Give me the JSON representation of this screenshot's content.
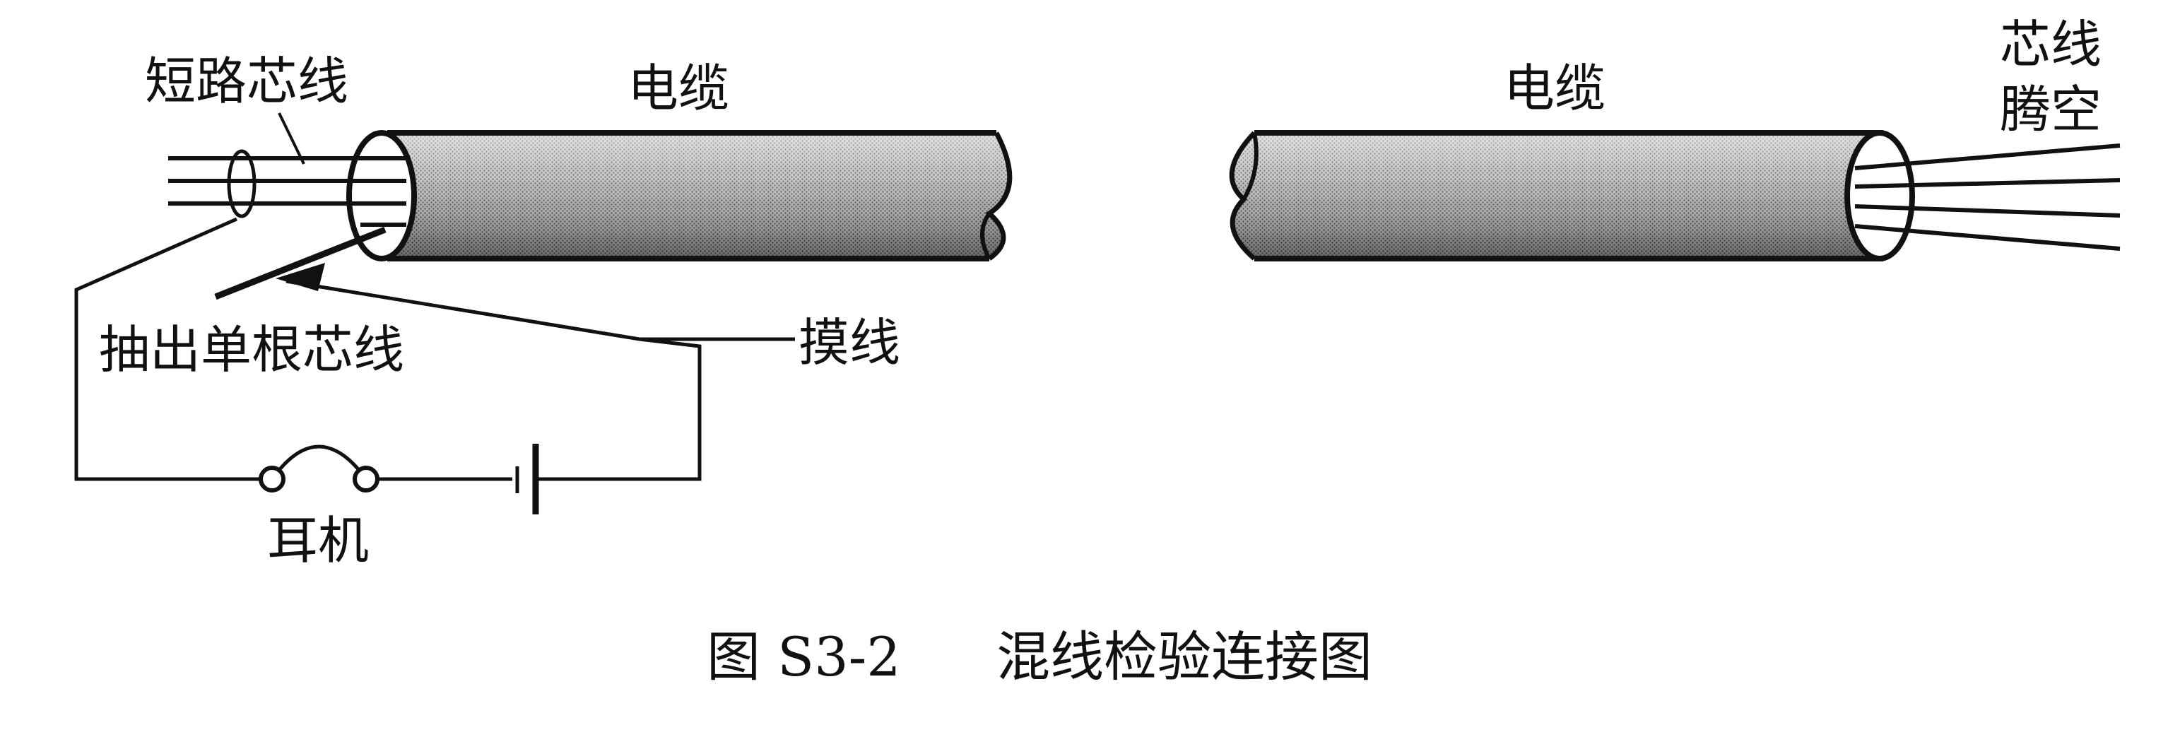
{
  "labels": {
    "short_core": "短路芯线",
    "cable_left": "电缆",
    "cable_right": "电缆",
    "core_float_line1": "芯线",
    "core_float_line2": "腾空",
    "single_core": "抽出单根芯线",
    "probe": "摸线",
    "earphone": "耳机"
  },
  "caption": {
    "number": "图 S3-2",
    "title": "混线检验连接图"
  }
}
